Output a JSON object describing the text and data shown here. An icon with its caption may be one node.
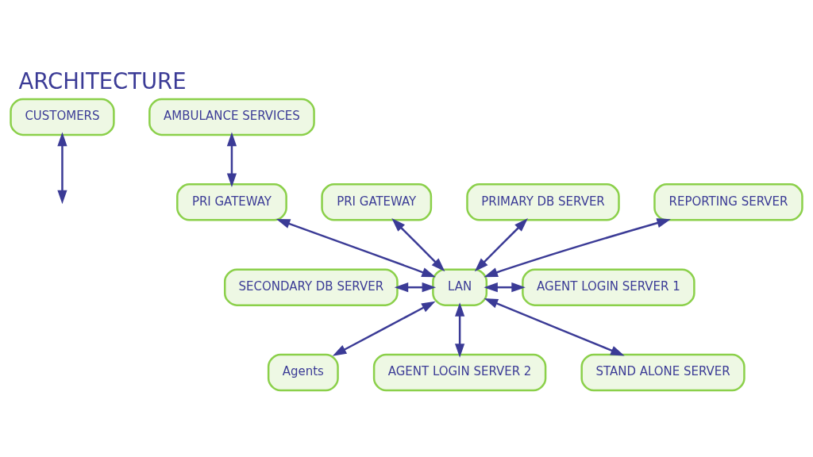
{
  "diagram": {
    "title": "ARCHITECTURE",
    "nodes": [
      {
        "text": [
          "CUSTOMERS"
        ]
      },
      {
        "text": [
          "AMBULANCE SERVICES"
        ]
      },
      {
        "text": [
          "PRI GATEWAY"
        ]
      },
      {
        "text": [
          "PRI GATEWAY"
        ]
      },
      {
        "text": [
          "PRIMARY DB SERVER"
        ]
      },
      {
        "text": [
          "REPORTING SERVER"
        ]
      },
      {
        "text": [
          "LAN"
        ]
      },
      {
        "text": [
          "SECONDARY DB SERVER"
        ]
      },
      {
        "text": [
          "AGENT LOGIN SERVER 1"
        ]
      },
      {
        "text": [
          "STAND ALONE SERVER"
        ]
      },
      {
        "text": [
          "Agents"
        ]
      },
      {
        "text": [
          "AGENT LOGIN SERVER 2"
        ]
      }
    ],
    "edges": [
      {
        "from": 0,
        "to": null,
        "arrow": "both"
      },
      {
        "from": 1,
        "to": 3,
        "arrow": "both"
      },
      {
        "from": 2,
        "to": 6,
        "arrow": "both"
      },
      {
        "from": 3,
        "to": 6,
        "arrow": "both"
      },
      {
        "from": 4,
        "to": 6,
        "arrow": "both"
      },
      {
        "from": 5,
        "to": 6,
        "arrow": "both"
      },
      {
        "from": 7,
        "to": 6,
        "arrow": "both"
      },
      {
        "from": 6,
        "to": 8,
        "arrow": "both"
      },
      {
        "from": 9,
        "to": 6,
        "arrow": "both"
      },
      {
        "from": 6,
        "to": 10,
        "arrow": "both"
      },
      {
        "from": 6,
        "to": 11,
        "arrow": "both"
      }
    ]
  }
}
